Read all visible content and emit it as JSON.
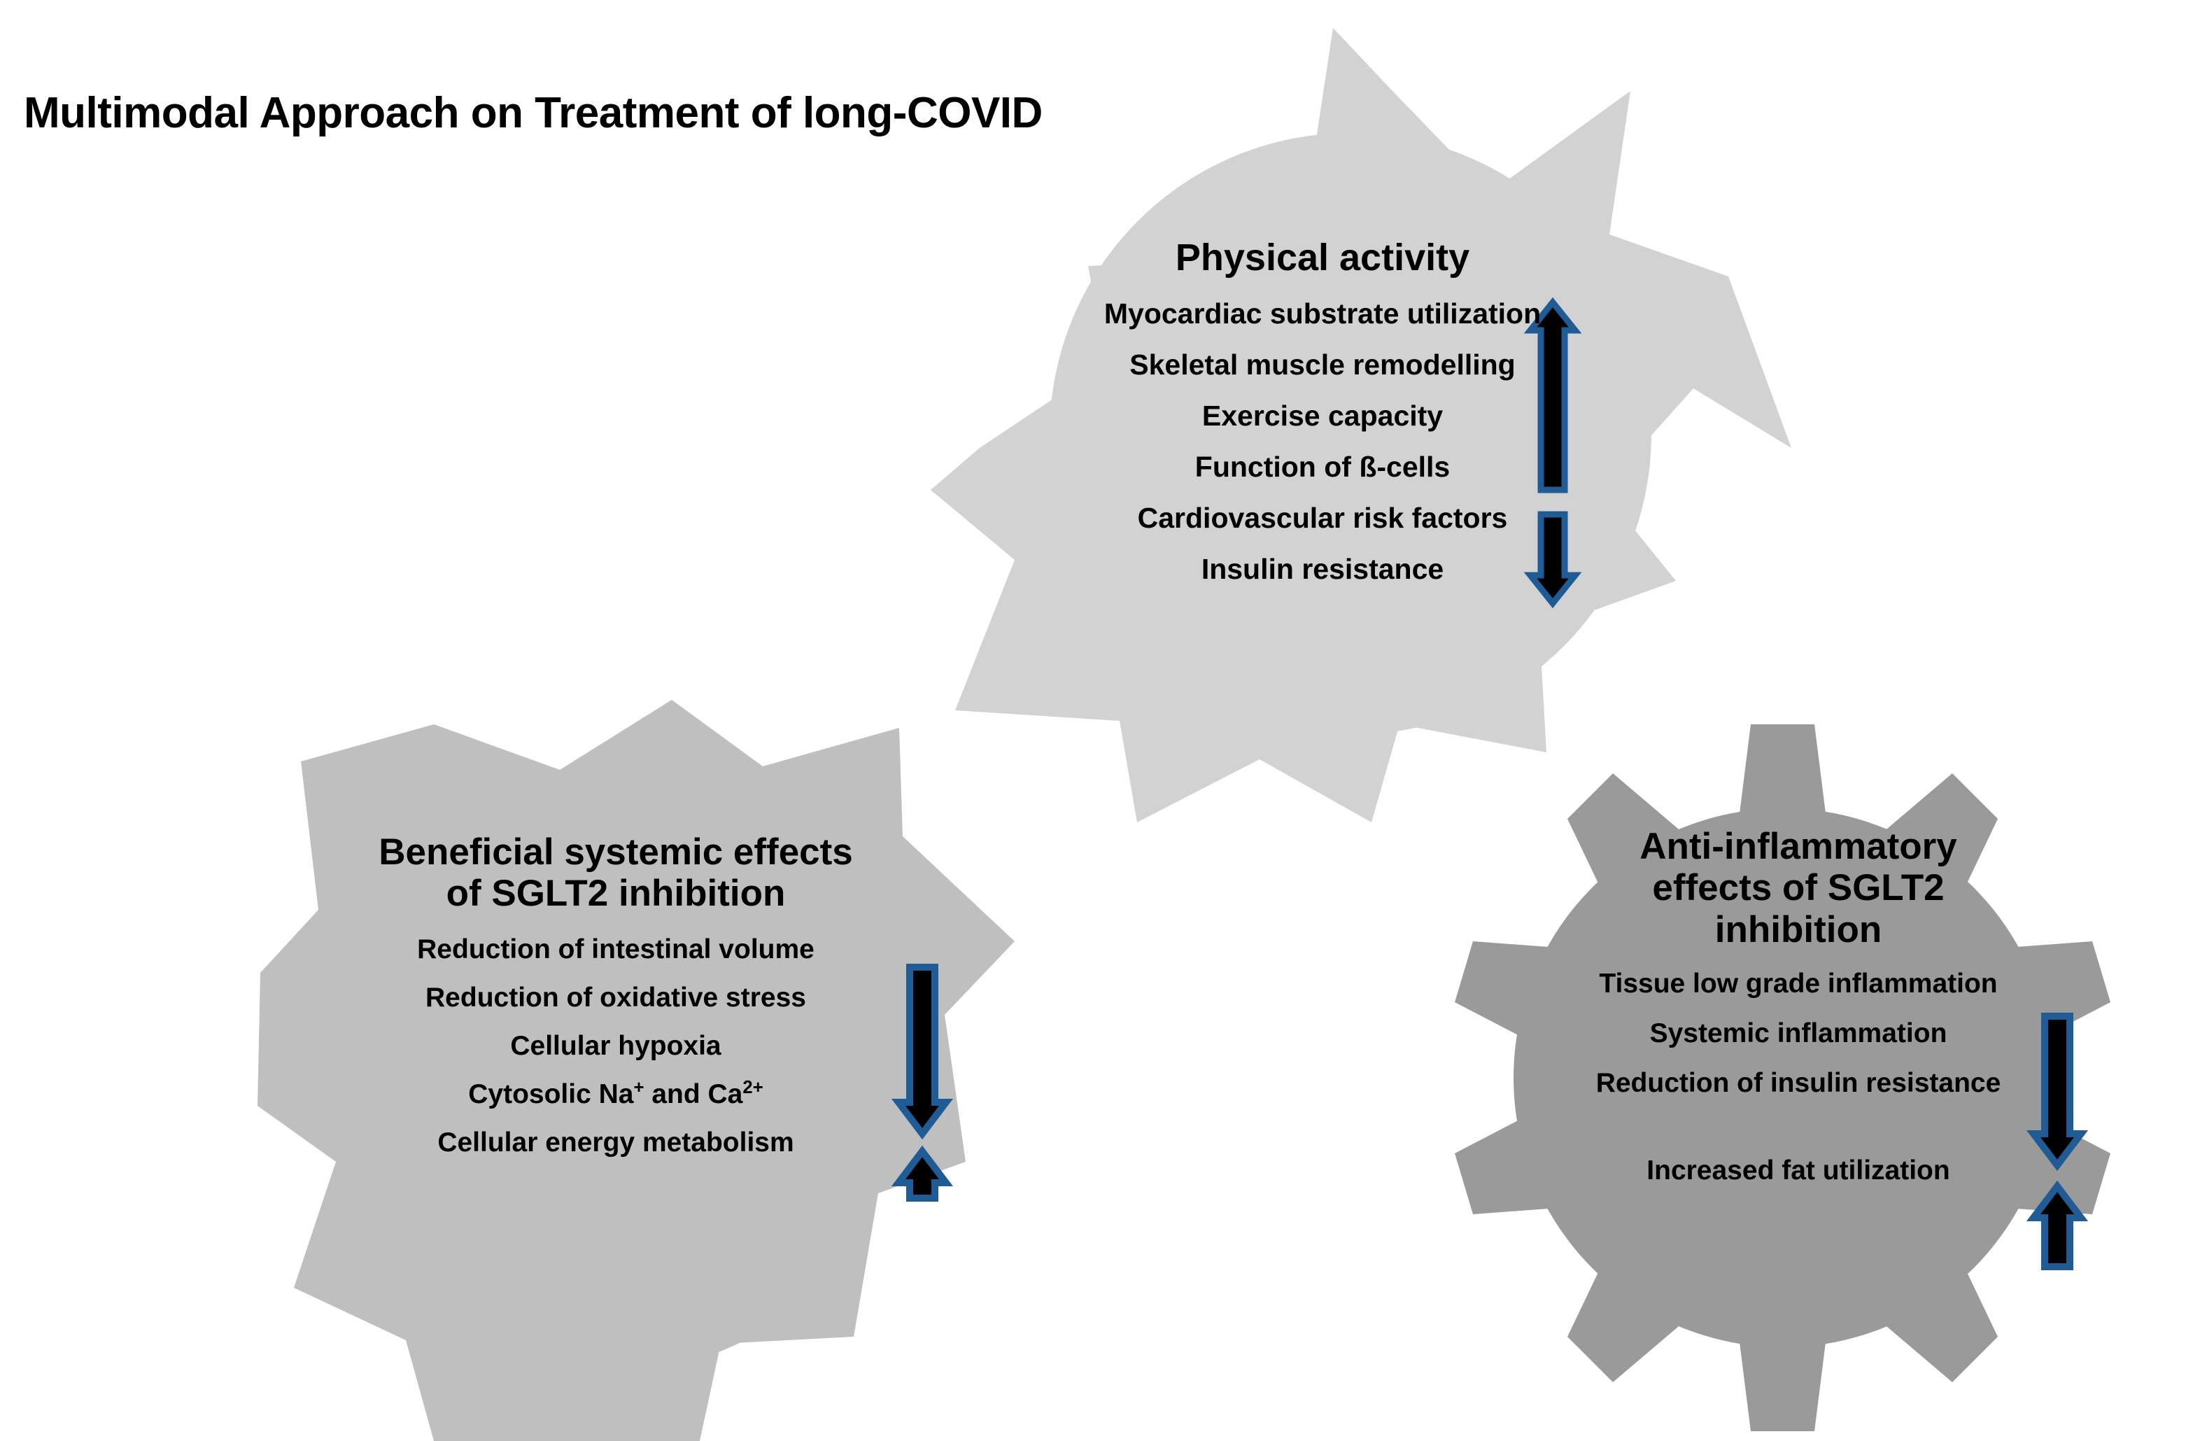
{
  "title": "Multimodal Approach on Treatment of long-COVID",
  "colors": {
    "background": "#ffffff",
    "text": "#000000",
    "gear_top_fill": "#D2D2D2",
    "gear_left_fill": "#BFBFBF",
    "gear_right_fill": "#9A9A9A",
    "arrow_fill": "#000000",
    "arrow_outline": "#1F5C96"
  },
  "gears": [
    {
      "id": "physical-activity",
      "heading": "Physical activity",
      "fill_color": "#D2D2D2",
      "teeth": 8,
      "items": [
        {
          "label": "Myocardiac substrate utilization",
          "direction": "up"
        },
        {
          "label": "Skeletal muscle remodelling",
          "direction": "up"
        },
        {
          "label": "Exercise capacity",
          "direction": "up"
        },
        {
          "label": "Function of ß-cells",
          "direction": "up"
        },
        {
          "label": "Cardiovascular risk factors",
          "direction": "down"
        },
        {
          "label": "Insulin resistance",
          "direction": "down"
        }
      ],
      "arrows": [
        {
          "direction": "up",
          "covers": [
            "Myocardiac substrate utilization",
            "Skeletal muscle remodelling",
            "Exercise capacity",
            "Function of ß-cells"
          ]
        },
        {
          "direction": "down",
          "covers": [
            "Cardiovascular risk factors",
            "Insulin resistance"
          ]
        }
      ]
    },
    {
      "id": "beneficial-systemic-effects",
      "heading": "Beneficial systemic effects of SGLT2 inhibition",
      "heading_lines": [
        "Beneficial systemic effects",
        "of SGLT2 inhibition"
      ],
      "fill_color": "#BFBFBF",
      "teeth": 7,
      "items": [
        {
          "label": "Reduction of intestinal volume",
          "direction": "down"
        },
        {
          "label": "Reduction of oxidative stress",
          "direction": "down"
        },
        {
          "label": "Cellular hypoxia",
          "direction": "down"
        },
        {
          "label": "Cytosolic Na+ and Ca2+",
          "direction": "down",
          "rich": true,
          "base": "Cytosolic Na",
          "sup1": "+",
          "mid": " and Ca",
          "sup2": "2+"
        },
        {
          "label": "Cellular energy metabolism",
          "direction": "up"
        }
      ],
      "arrows": [
        {
          "direction": "down",
          "covers": [
            "Reduction of intestinal volume",
            "Reduction of oxidative stress",
            "Cellular hypoxia",
            "Cytosolic Na+ and Ca2+"
          ]
        },
        {
          "direction": "up",
          "covers": [
            "Cellular energy metabolism"
          ]
        }
      ]
    },
    {
      "id": "anti-inflammatory-effects",
      "heading": "Anti-inflammatory effects of SGLT2 inhibition",
      "heading_lines": [
        "Anti-inflammatory",
        "effects of SGLT2",
        "inhibition"
      ],
      "fill_color": "#9A9A9A",
      "teeth": 10,
      "items": [
        {
          "label": "Tissue low grade inflammation",
          "direction": "down"
        },
        {
          "label": "Systemic inflammation",
          "direction": "down"
        },
        {
          "label": "Reduction of insulin resistance",
          "direction": "down"
        },
        {
          "label": "Increased fat utilization",
          "direction": "up"
        }
      ],
      "arrows": [
        {
          "direction": "down",
          "covers": [
            "Tissue low grade inflammation",
            "Systemic inflammation",
            "Reduction of insulin resistance"
          ]
        },
        {
          "direction": "up",
          "covers": [
            "Increased fat utilization"
          ]
        }
      ]
    }
  ]
}
